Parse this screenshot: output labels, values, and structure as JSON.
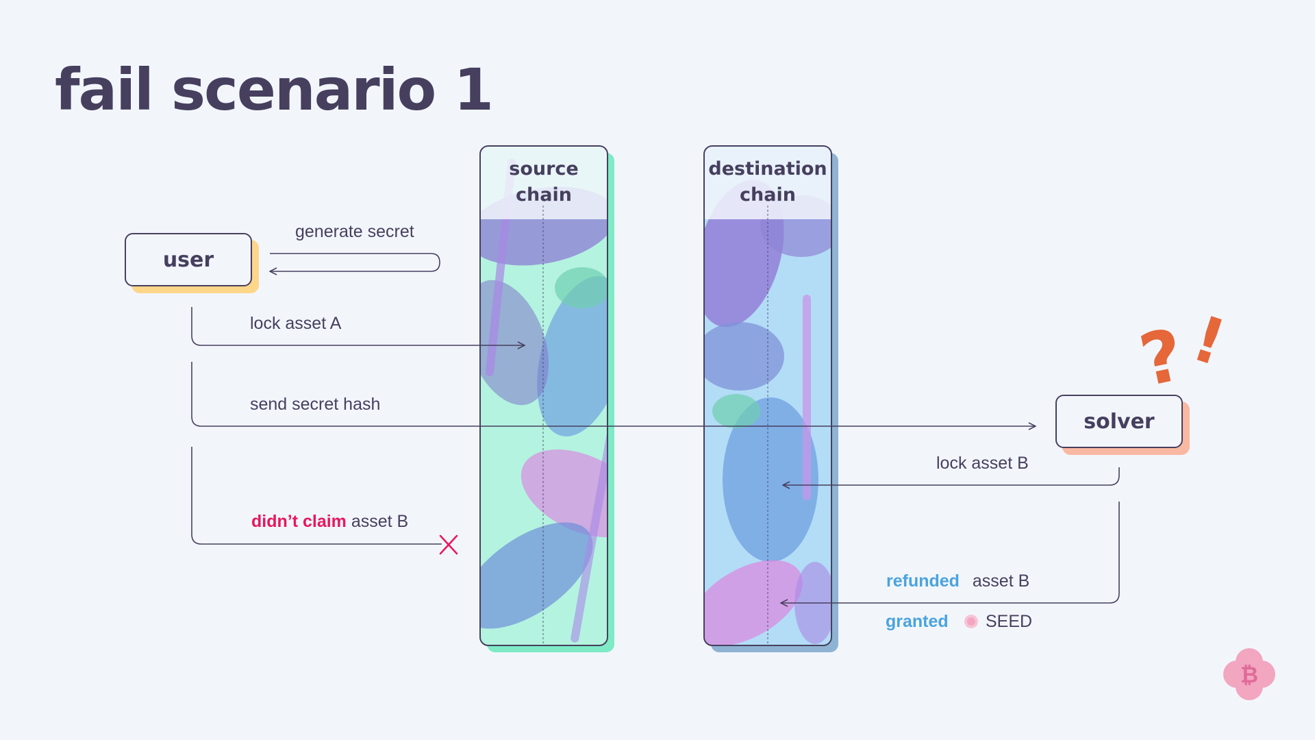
{
  "title": "fail scenario 1",
  "nodes": {
    "user": "user",
    "solver": "solver"
  },
  "chains": {
    "source": {
      "line1": "source",
      "line2": "chain"
    },
    "destination": {
      "line1": "destination",
      "line2": "chain"
    }
  },
  "steps": {
    "generate_secret": "generate secret",
    "lock_asset_a": "lock asset A",
    "send_secret_hash": "send secret hash",
    "lock_asset_b": "lock asset B",
    "didnt_claim_emph": "didn’t claim",
    "didnt_claim_rest": "asset B",
    "refunded_emph": "refunded",
    "refunded_rest": "asset B",
    "granted_emph": "granted",
    "granted_rest": "SEED"
  },
  "annotation": {
    "question": "?",
    "exclaim": "!"
  },
  "colors": {
    "ink": "#463f5e",
    "accent_red": "#e8175d",
    "accent_blue": "#4aa3df",
    "user_shadow": "#fdd68a",
    "solver_shadow": "#f9b8a2",
    "source_shadow": "#7eeac6",
    "dest_shadow": "#8fb3d3",
    "annotation": "#e5673a",
    "logo": "#f2a6c0"
  },
  "icons": {
    "cross": "cross-icon",
    "seed_coin": "seed-coin-icon",
    "logo": "bitcoin-flower-logo"
  }
}
